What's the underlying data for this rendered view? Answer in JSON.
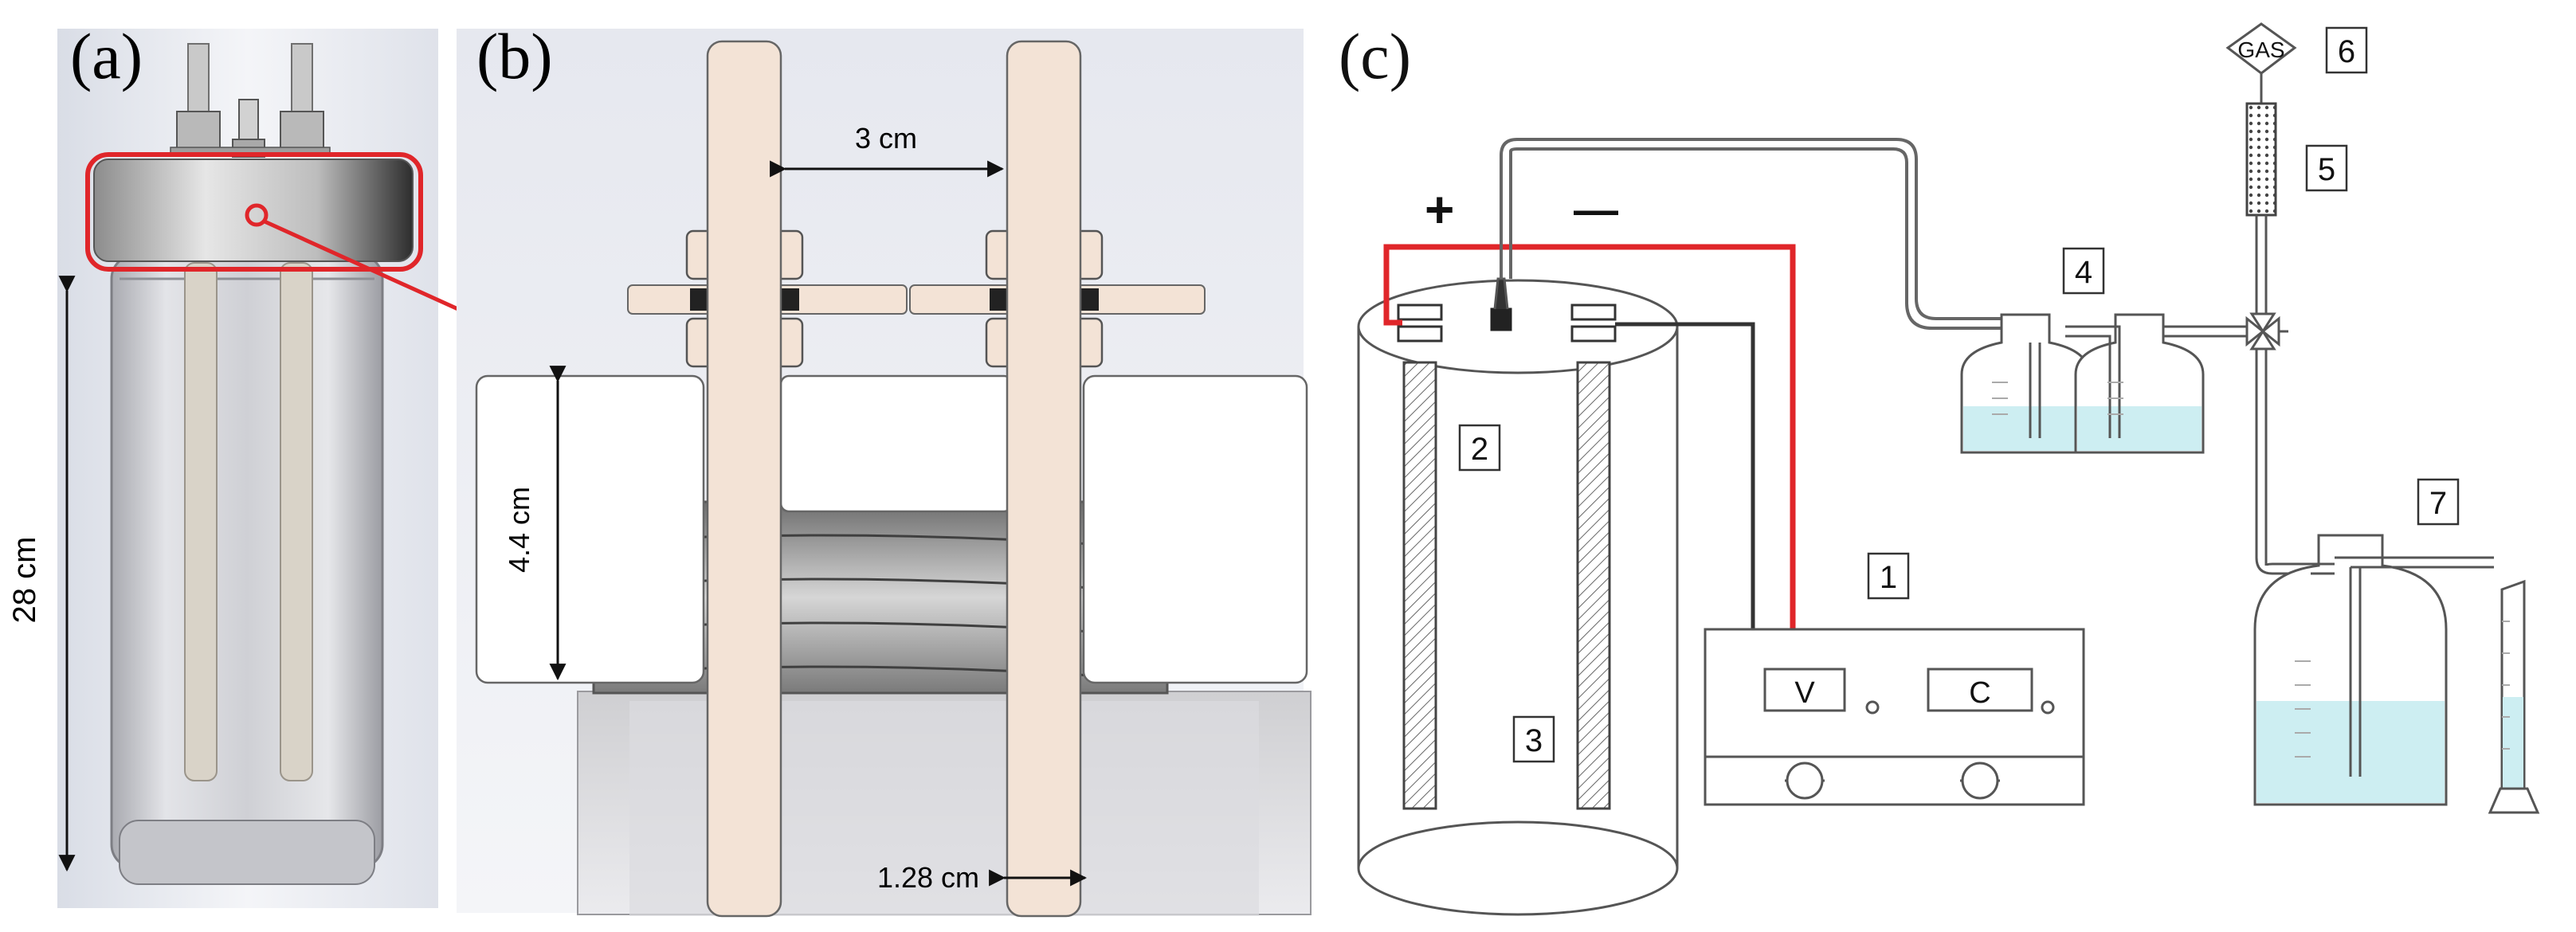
{
  "panels": {
    "a": {
      "label": "(a)",
      "height_label": "28 cm"
    },
    "b": {
      "label": "(b)",
      "spacing_label": "3 cm",
      "cap_height_label": "4.4 cm",
      "rod_diameter_label": "1.28 cm"
    },
    "c": {
      "label": "(c)",
      "plus_sign": "+",
      "minus_sign": "—",
      "gas_label": "GAS",
      "voltage_label": "V",
      "current_label": "C",
      "component_numbers": [
        "1",
        "2",
        "3",
        "4",
        "5",
        "6",
        "7"
      ]
    }
  },
  "colors": {
    "highlight_red": "#e0262a",
    "wire_red": "#e0262a",
    "wire_black": "#333333",
    "rod_fill": "#f3e3d6",
    "liquid_blue": "#cdeef2",
    "line": "#555555"
  }
}
